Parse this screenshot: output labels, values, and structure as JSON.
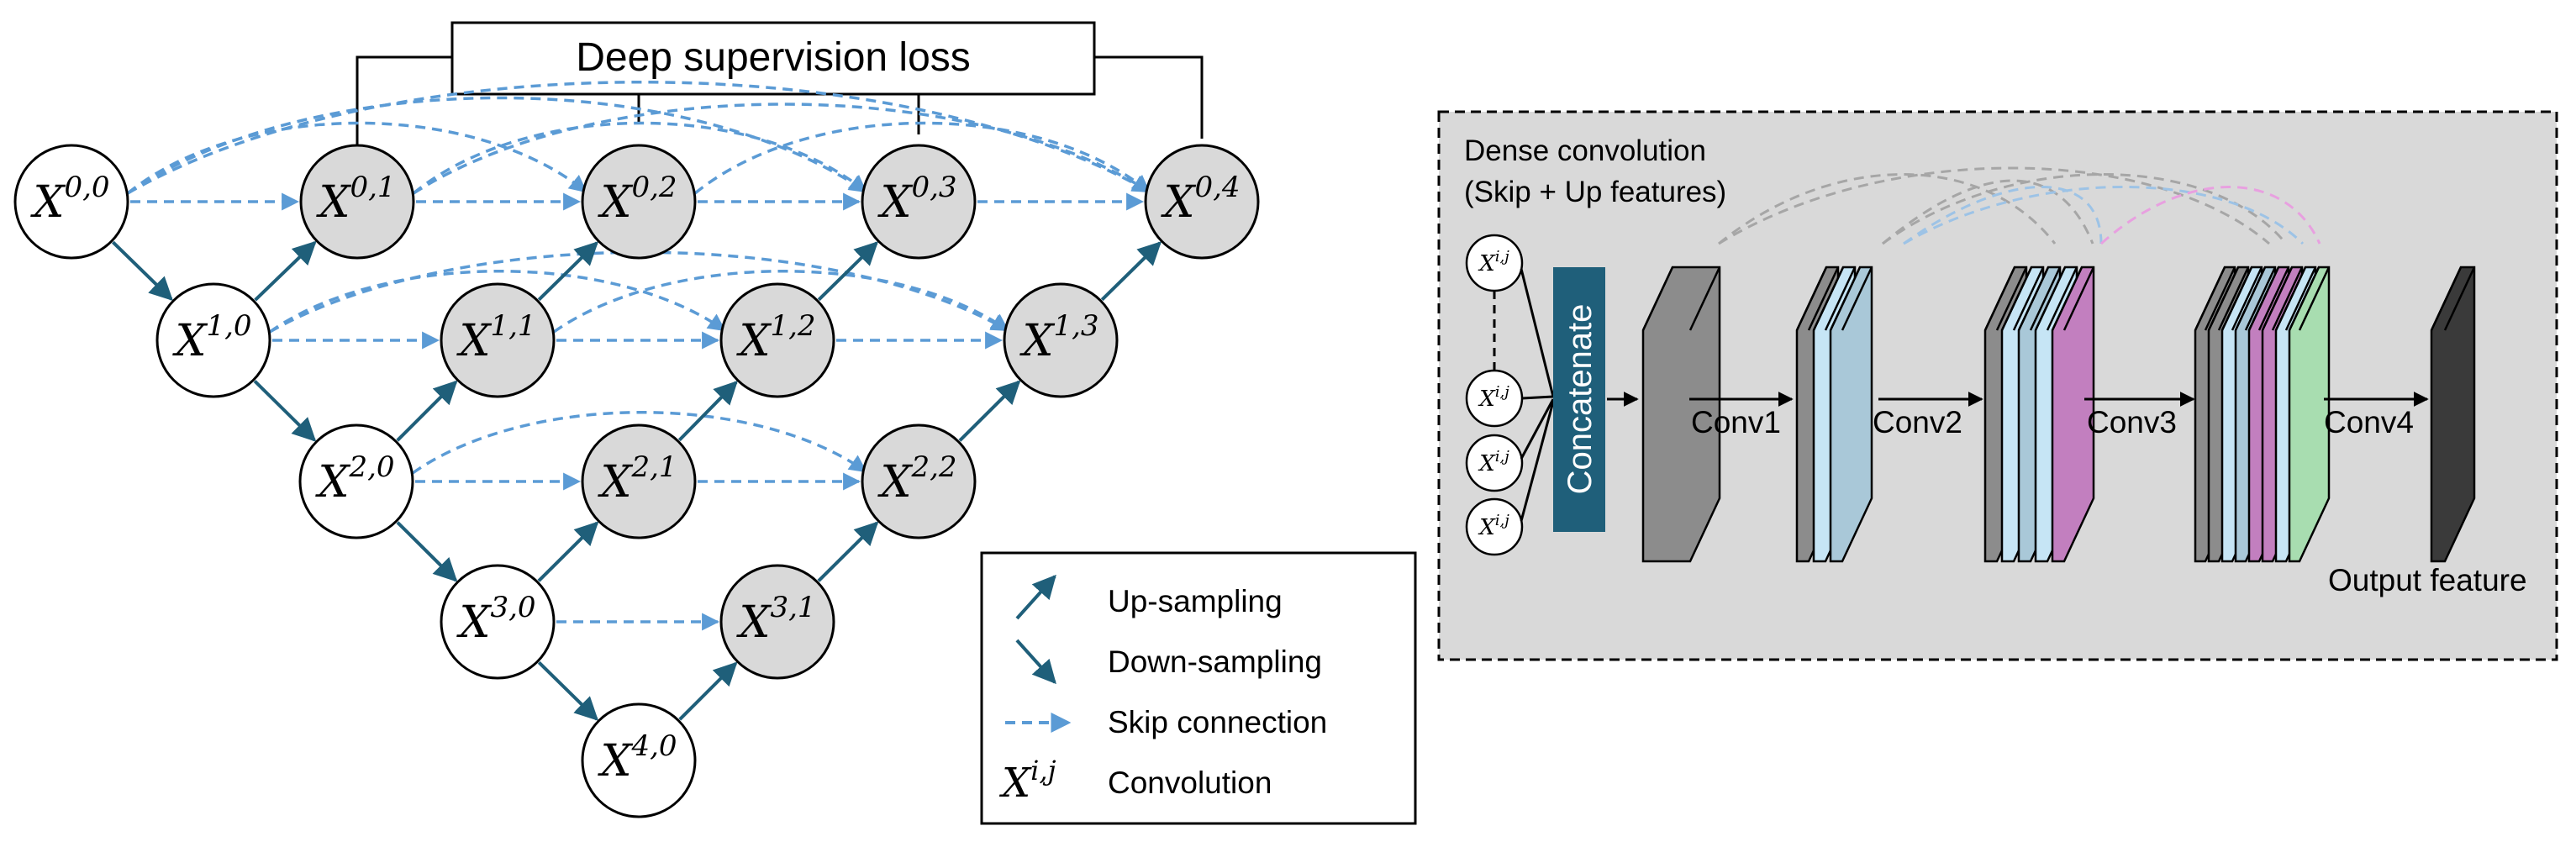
{
  "loss_box": {
    "label": "Deep supervision loss"
  },
  "nodes": [
    {
      "id": "0,0",
      "base": "X",
      "sup": "0,0",
      "filled": false
    },
    {
      "id": "0,1",
      "base": "X",
      "sup": "0,1",
      "filled": true
    },
    {
      "id": "0,2",
      "base": "X",
      "sup": "0,2",
      "filled": true
    },
    {
      "id": "0,3",
      "base": "X",
      "sup": "0,3",
      "filled": true
    },
    {
      "id": "0,4",
      "base": "X",
      "sup": "0,4",
      "filled": true
    },
    {
      "id": "1,0",
      "base": "X",
      "sup": "1,0",
      "filled": false
    },
    {
      "id": "1,1",
      "base": "X",
      "sup": "1,1",
      "filled": true
    },
    {
      "id": "1,2",
      "base": "X",
      "sup": "1,2",
      "filled": true
    },
    {
      "id": "1,3",
      "base": "X",
      "sup": "1,3",
      "filled": true
    },
    {
      "id": "2,0",
      "base": "X",
      "sup": "2,0",
      "filled": false
    },
    {
      "id": "2,1",
      "base": "X",
      "sup": "2,1",
      "filled": true
    },
    {
      "id": "2,2",
      "base": "X",
      "sup": "2,2",
      "filled": true
    },
    {
      "id": "3,0",
      "base": "X",
      "sup": "3,0",
      "filled": false
    },
    {
      "id": "3,1",
      "base": "X",
      "sup": "3,1",
      "filled": true
    },
    {
      "id": "4,0",
      "base": "X",
      "sup": "4,0",
      "filled": false
    }
  ],
  "legend": {
    "up_label": "Up-sampling",
    "down_label": "Down-sampling",
    "skip_label": "Skip connection",
    "conv_symbol_base": "X",
    "conv_symbol_sup": "i,j",
    "conv_label": "Convolution"
  },
  "dense": {
    "title_line1": "Dense convolution",
    "title_line2": "(Skip + Up features)",
    "input_base": "X",
    "input_sup": "i,j",
    "concat_label": "Concatenate",
    "conv_labels": [
      "Conv1",
      "Conv2",
      "Conv3",
      "Conv4"
    ],
    "output_label": "Output feature"
  },
  "colors": {
    "arrow": "#1f5f7a",
    "skip": "#5b9bd5",
    "node_fill": "#d9d9d9",
    "panel_bg": "#d9d9d9",
    "concat": "#1f5f7a",
    "layer_gray": "#8c8c8c",
    "layer_blue": "#a9c8d8",
    "layer_lightblue": "#c6e5f5",
    "layer_pink": "#c27fbf",
    "layer_green": "#a8ddb0",
    "layer_dark": "#3a3a3a"
  }
}
